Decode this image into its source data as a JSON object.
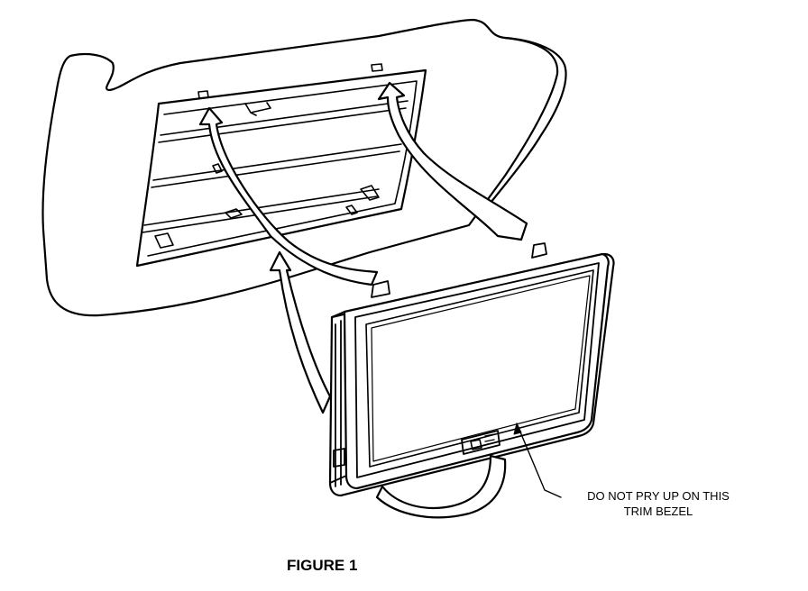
{
  "callout": {
    "line1": "DO NOT PRY UP ON THIS",
    "line2": "TRIM BEZEL"
  },
  "caption": "FIGURE 1",
  "colors": {
    "ink": "#000000",
    "paper": "#ffffff"
  }
}
